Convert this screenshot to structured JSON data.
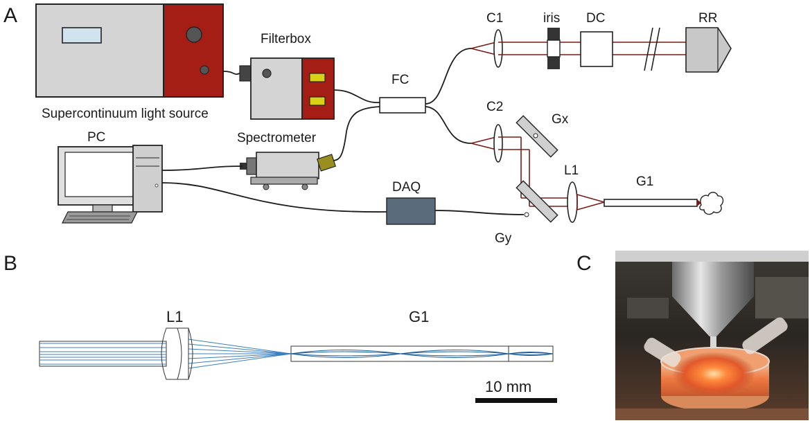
{
  "panels": {
    "a": "A",
    "b": "B",
    "c": "C"
  },
  "labels": {
    "supercontinuum": "Supercontinuum light source",
    "filterbox": "Filterbox",
    "fc": "FC",
    "pc": "PC",
    "spectrometer": "Spectrometer",
    "c1": "C1",
    "iris": "iris",
    "dc": "DC",
    "rr": "RR",
    "c2": "C2",
    "gx": "Gx",
    "l1": "L1",
    "g1": "G1",
    "daq": "DAQ",
    "gy": "Gy"
  },
  "panel_b": {
    "l1": "L1",
    "g1": "G1",
    "scale": "10 mm"
  },
  "colors": {
    "source_gray": "#d4d4d4",
    "source_red": "#a41e16",
    "beam": "#7a1a12",
    "daq": "#5a6b7c",
    "ray_blue": "#3a7fc0",
    "yellow": "#d9d116",
    "fiber_olive": "#9a8f1e"
  }
}
